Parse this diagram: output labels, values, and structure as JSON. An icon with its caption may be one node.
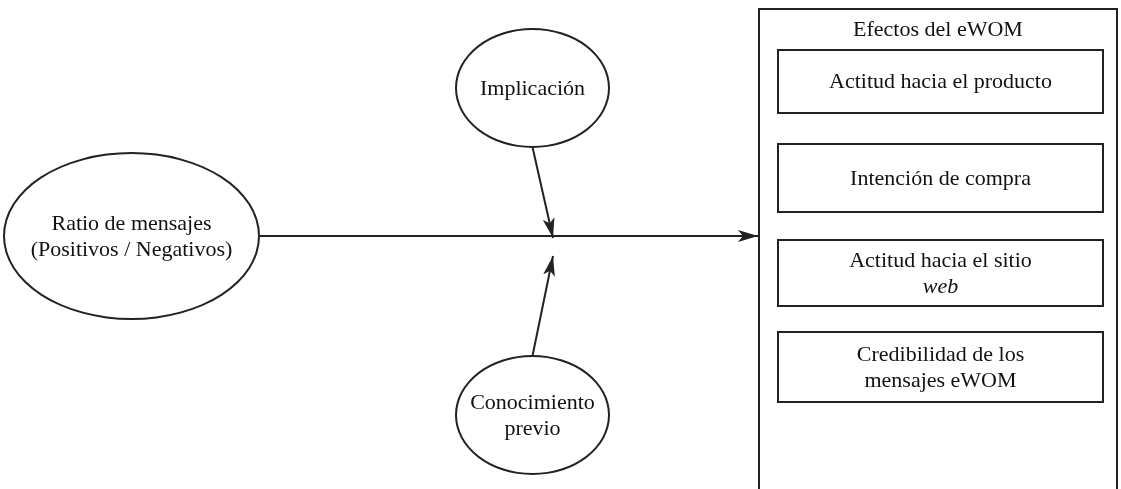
{
  "diagram": {
    "nodes": [
      {
        "text": [
          "Ratio de mensajes (Positivos / Negativos)"
        ]
      },
      {
        "text": [
          "Implicación"
        ]
      },
      {
        "text": [
          "Conocimiento previo"
        ]
      },
      {
        "text": [
          "Efectos del eWOM"
        ]
      },
      {
        "text": [
          "Actitud hacia el producto"
        ],
        "in": 3
      },
      {
        "text": [
          "Intención de compra"
        ],
        "in": 3
      },
      {
        "text": [
          "Actitud hacia el sitio *web*"
        ],
        "in": 3
      },
      {
        "text": [
          "Credibilidad de los mensajes eWOM"
        ],
        "in": 3
      }
    ],
    "edges": [
      {
        "from": 0,
        "to": 3,
        "arrow": "to"
      },
      {
        "from": 1,
        "to": null,
        "arrow": "to"
      },
      {
        "from": 2,
        "to": null,
        "arrow": "to"
      }
    ]
  }
}
